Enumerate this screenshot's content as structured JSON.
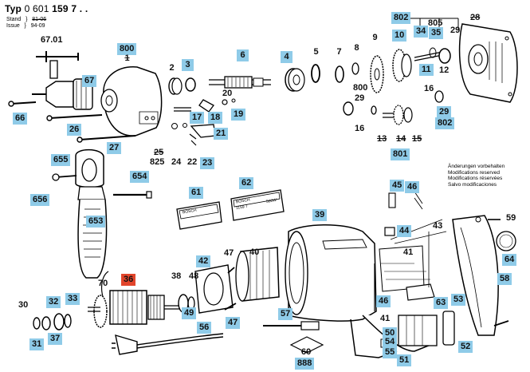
{
  "header": {
    "type_prefix": "Typ",
    "type_number": "0 601",
    "type_bold": "159",
    "type_suffix": "7 . .",
    "stand_label": "Stand",
    "stand_value_old": "81-06",
    "issue_label": "Issue",
    "issue_value": "94-09"
  },
  "notice": {
    "lines": [
      "Änderungen vorbehalten",
      "Modifications reserved",
      "Modifications réservées",
      "Salvo modificaciones"
    ]
  },
  "nameplates": {
    "plate_61_text": "BOSCH",
    "plate_62_brand": "BOSCH",
    "plate_62_type": "1159 7",
    "plate_62_power": "500W"
  },
  "callouts": [
    {
      "id": "802a",
      "label": "802"
    },
    {
      "id": "805",
      "label": "805"
    },
    {
      "id": "28",
      "label": "28"
    },
    {
      "id": "29a",
      "label": "29"
    },
    {
      "id": "67.01",
      "label": "67.01"
    },
    {
      "id": "800a",
      "label": "800"
    },
    {
      "id": "5",
      "label": "5"
    },
    {
      "id": "7",
      "label": "7"
    },
    {
      "id": "8",
      "label": "8"
    },
    {
      "id": "9",
      "label": "9"
    },
    {
      "id": "10",
      "label": "10"
    },
    {
      "id": "34",
      "label": "34"
    },
    {
      "id": "35",
      "label": "35"
    },
    {
      "id": "6",
      "label": "6"
    },
    {
      "id": "4",
      "label": "4"
    },
    {
      "id": "2",
      "label": "2"
    },
    {
      "id": "3",
      "label": "3"
    },
    {
      "id": "1",
      "label": "1"
    },
    {
      "id": "67",
      "label": "67"
    },
    {
      "id": "11",
      "label": "11"
    },
    {
      "id": "12",
      "label": "12"
    },
    {
      "id": "800b",
      "label": "800"
    },
    {
      "id": "29b",
      "label": "29"
    },
    {
      "id": "16a",
      "label": "16"
    },
    {
      "id": "16b",
      "label": "16"
    },
    {
      "id": "29c",
      "label": "29"
    },
    {
      "id": "802b",
      "label": "802"
    },
    {
      "id": "20",
      "label": "20"
    },
    {
      "id": "19",
      "label": "19"
    },
    {
      "id": "17",
      "label": "17"
    },
    {
      "id": "18",
      "label": "18"
    },
    {
      "id": "21",
      "label": "21"
    },
    {
      "id": "66",
      "label": "66"
    },
    {
      "id": "26",
      "label": "26"
    },
    {
      "id": "27",
      "label": "27"
    },
    {
      "id": "25",
      "label": "25"
    },
    {
      "id": "825",
      "label": "825"
    },
    {
      "id": "24",
      "label": "24"
    },
    {
      "id": "22",
      "label": "22"
    },
    {
      "id": "23",
      "label": "23"
    },
    {
      "id": "13",
      "label": "13"
    },
    {
      "id": "14",
      "label": "14"
    },
    {
      "id": "15",
      "label": "15"
    },
    {
      "id": "801",
      "label": "801"
    },
    {
      "id": "655",
      "label": "655"
    },
    {
      "id": "656",
      "label": "656"
    },
    {
      "id": "654",
      "label": "654"
    },
    {
      "id": "61",
      "label": "61"
    },
    {
      "id": "62",
      "label": "62"
    },
    {
      "id": "45",
      "label": "45"
    },
    {
      "id": "46a",
      "label": "46"
    },
    {
      "id": "39",
      "label": "39"
    },
    {
      "id": "43",
      "label": "43"
    },
    {
      "id": "59",
      "label": "59"
    },
    {
      "id": "653",
      "label": "653"
    },
    {
      "id": "44",
      "label": "44"
    },
    {
      "id": "64",
      "label": "64"
    },
    {
      "id": "42",
      "label": "42"
    },
    {
      "id": "47a",
      "label": "47"
    },
    {
      "id": "40",
      "label": "40"
    },
    {
      "id": "41a",
      "label": "41"
    },
    {
      "id": "36",
      "label": "36"
    },
    {
      "id": "38",
      "label": "38"
    },
    {
      "id": "48",
      "label": "48"
    },
    {
      "id": "58",
      "label": "58"
    },
    {
      "id": "70",
      "label": "70"
    },
    {
      "id": "46b",
      "label": "46"
    },
    {
      "id": "63",
      "label": "63"
    },
    {
      "id": "53",
      "label": "53"
    },
    {
      "id": "30",
      "label": "30"
    },
    {
      "id": "32",
      "label": "32"
    },
    {
      "id": "33",
      "label": "33"
    },
    {
      "id": "49",
      "label": "49"
    },
    {
      "id": "47b",
      "label": "47"
    },
    {
      "id": "41b",
      "label": "41"
    },
    {
      "id": "57",
      "label": "57"
    },
    {
      "id": "50",
      "label": "50"
    },
    {
      "id": "31",
      "label": "31"
    },
    {
      "id": "37",
      "label": "37"
    },
    {
      "id": "56",
      "label": "56"
    },
    {
      "id": "888",
      "label": "888"
    },
    {
      "id": "60",
      "label": "60"
    },
    {
      "id": "54",
      "label": "54"
    },
    {
      "id": "55",
      "label": "55"
    },
    {
      "id": "51",
      "label": "51"
    },
    {
      "id": "52",
      "label": "52"
    }
  ],
  "colors": {
    "callout_fill": "#8fcbe8",
    "highlight_fill": "#e2452b",
    "line": "#000000"
  }
}
